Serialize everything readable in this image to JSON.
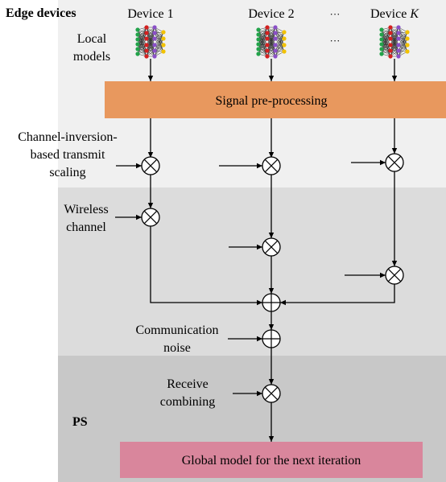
{
  "labels": {
    "edge_devices": "Edge devices",
    "device1": "Device 1",
    "device2": "Device 2",
    "ellipsis": "···",
    "deviceK_prefix": "Device ",
    "deviceK_var": "K",
    "local_models_l1": "Local",
    "local_models_l2": "models",
    "signal_preprocessing": "Signal pre-processing",
    "cib_l1": "Channel-inversion-",
    "cib_l2": "based transmit",
    "cib_l3": "scaling",
    "wireless_l1": "Wireless",
    "wireless_l2": "channel",
    "comm_noise_l1": "Communication",
    "comm_noise_l2": "noise",
    "receive_l1": "Receive",
    "receive_l2": "combining",
    "ps": "PS",
    "global_model": "Global model for the next iteration"
  },
  "colors": {
    "zone_edge": "#f0f0f0",
    "zone_channel": "#dcdcdc",
    "zone_ps": "#c8c8c8",
    "preprocessing_fill": "#e8985e",
    "global_model_fill": "#d9869c",
    "nn_green": "#22a34a",
    "nn_red": "#d42020",
    "nn_purple": "#8a4fc7",
    "nn_yellow": "#f2c200"
  },
  "icons": [
    "neural-network-icon",
    "multiply-node-icon",
    "add-node-icon"
  ]
}
